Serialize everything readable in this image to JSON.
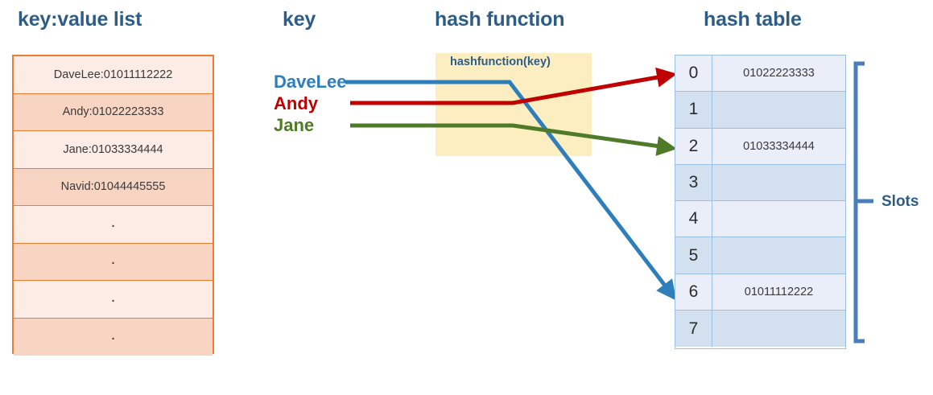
{
  "headings": {
    "key_value_list": "key:value list",
    "key": "key",
    "hash_function": "hash function",
    "hash_table": "hash table"
  },
  "colors": {
    "heading": "#2d5d86",
    "list_border": "#ed7d31",
    "list_row_light": "#fdece5",
    "list_row_dark": "#f8d4c2",
    "hashfn_box": "#fdeec2",
    "table_border": "#9cbfe4",
    "table_row_light": "#e9eef8",
    "table_row_dark": "#d3e0f0",
    "davelee_line": "#2e7ebb",
    "andy_line": "#c00000",
    "jane_line": "#4f7b29",
    "bracket": "#4a7ebb"
  },
  "key_value_list": {
    "rows": [
      "DaveLee:01011112222",
      "Andy:01022223333",
      "Jane:01033334444",
      "Navid:01044445555",
      ".",
      ".",
      ".",
      "."
    ]
  },
  "keys": [
    {
      "label": "DaveLee",
      "color": "#2e7ebb",
      "maps_to_slot": 6
    },
    {
      "label": "Andy",
      "color": "#c00000",
      "maps_to_slot": 0
    },
    {
      "label": "Jane",
      "color": "#4f7b29",
      "maps_to_slot": 2
    }
  ],
  "hash_function": {
    "caption": "hashfunction(key)"
  },
  "hash_table": {
    "rows": [
      {
        "index": "0",
        "value": "01022223333"
      },
      {
        "index": "1",
        "value": ""
      },
      {
        "index": "2",
        "value": "01033334444"
      },
      {
        "index": "3",
        "value": ""
      },
      {
        "index": "4",
        "value": ""
      },
      {
        "index": "5",
        "value": ""
      },
      {
        "index": "6",
        "value": "01011112222"
      },
      {
        "index": "7",
        "value": ""
      }
    ],
    "bracket_label": "Slots"
  }
}
